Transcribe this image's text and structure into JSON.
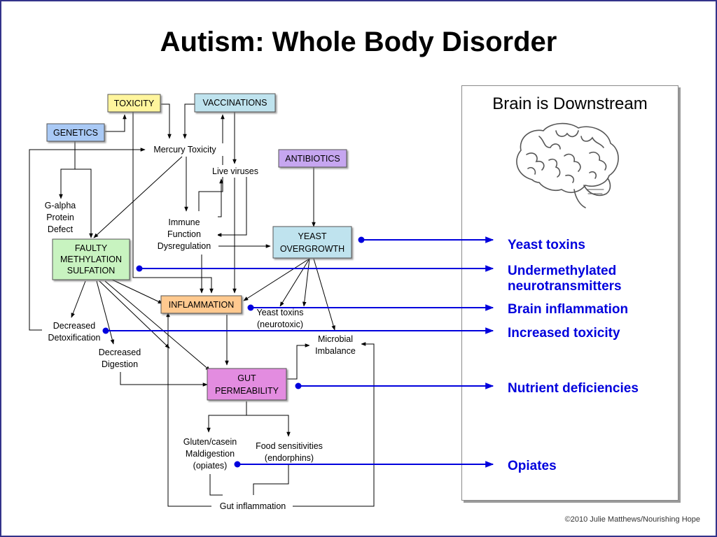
{
  "title": "Autism: Whole Body Disorder",
  "colors": {
    "arrow_blue": "#0000dd",
    "toxicity": "#fff59d",
    "vaccinations": "#bfe3ee",
    "genetics": "#a9c9f5",
    "antibiotics": "#c6a6f0",
    "yeast": "#bfe3ee",
    "methylation": "#c8f3c0",
    "inflammation": "#ffc98f",
    "gut": "#e38ce0"
  },
  "diagram": {
    "boxes": {
      "toxicity": "TOXICITY",
      "vaccinations": "VACCINATIONS",
      "genetics": "GENETICS",
      "antibiotics": "ANTIBIOTICS",
      "yeast_overgrowth": [
        "YEAST",
        "OVERGROWTH"
      ],
      "faulty_methylation": [
        "FAULTY",
        "METHYLATION",
        "SULFATION"
      ],
      "inflammation": "INFLAMMATION",
      "gut_permeability": [
        "GUT",
        "PERMEABILITY"
      ]
    },
    "labels": {
      "mercury_toxicity": "Mercury Toxicity",
      "live_viruses": "Live viruses",
      "g_alpha": [
        "G-alpha",
        "Protein",
        "Defect"
      ],
      "immune": [
        "Immune",
        "Function",
        "Dysregulation"
      ],
      "yeast_toxins": [
        "Yeast toxins",
        "(neurotoxic)"
      ],
      "decreased_detox": [
        "Decreased",
        "Detoxification"
      ],
      "decreased_digestion": [
        "Decreased",
        "Digestion"
      ],
      "microbial": [
        "Microbial",
        "Imbalance"
      ],
      "gluten": [
        "Gluten/casein",
        "Maldigestion",
        "(opiates)"
      ],
      "food_sens": [
        "Food sensitivities",
        "(endorphins)"
      ],
      "gut_inflammation": "Gut inflammation"
    }
  },
  "panel": {
    "title": "Brain is Downstream",
    "brain_icon": "brain-icon"
  },
  "effects": [
    "Yeast toxins",
    "Undermethylated",
    "neurotransmitters",
    "Brain inflammation",
    "Increased toxicity",
    "Nutrient deficiencies",
    "Opiates"
  ],
  "footer": "©2010 Julie Matthews/Nourishing Hope"
}
